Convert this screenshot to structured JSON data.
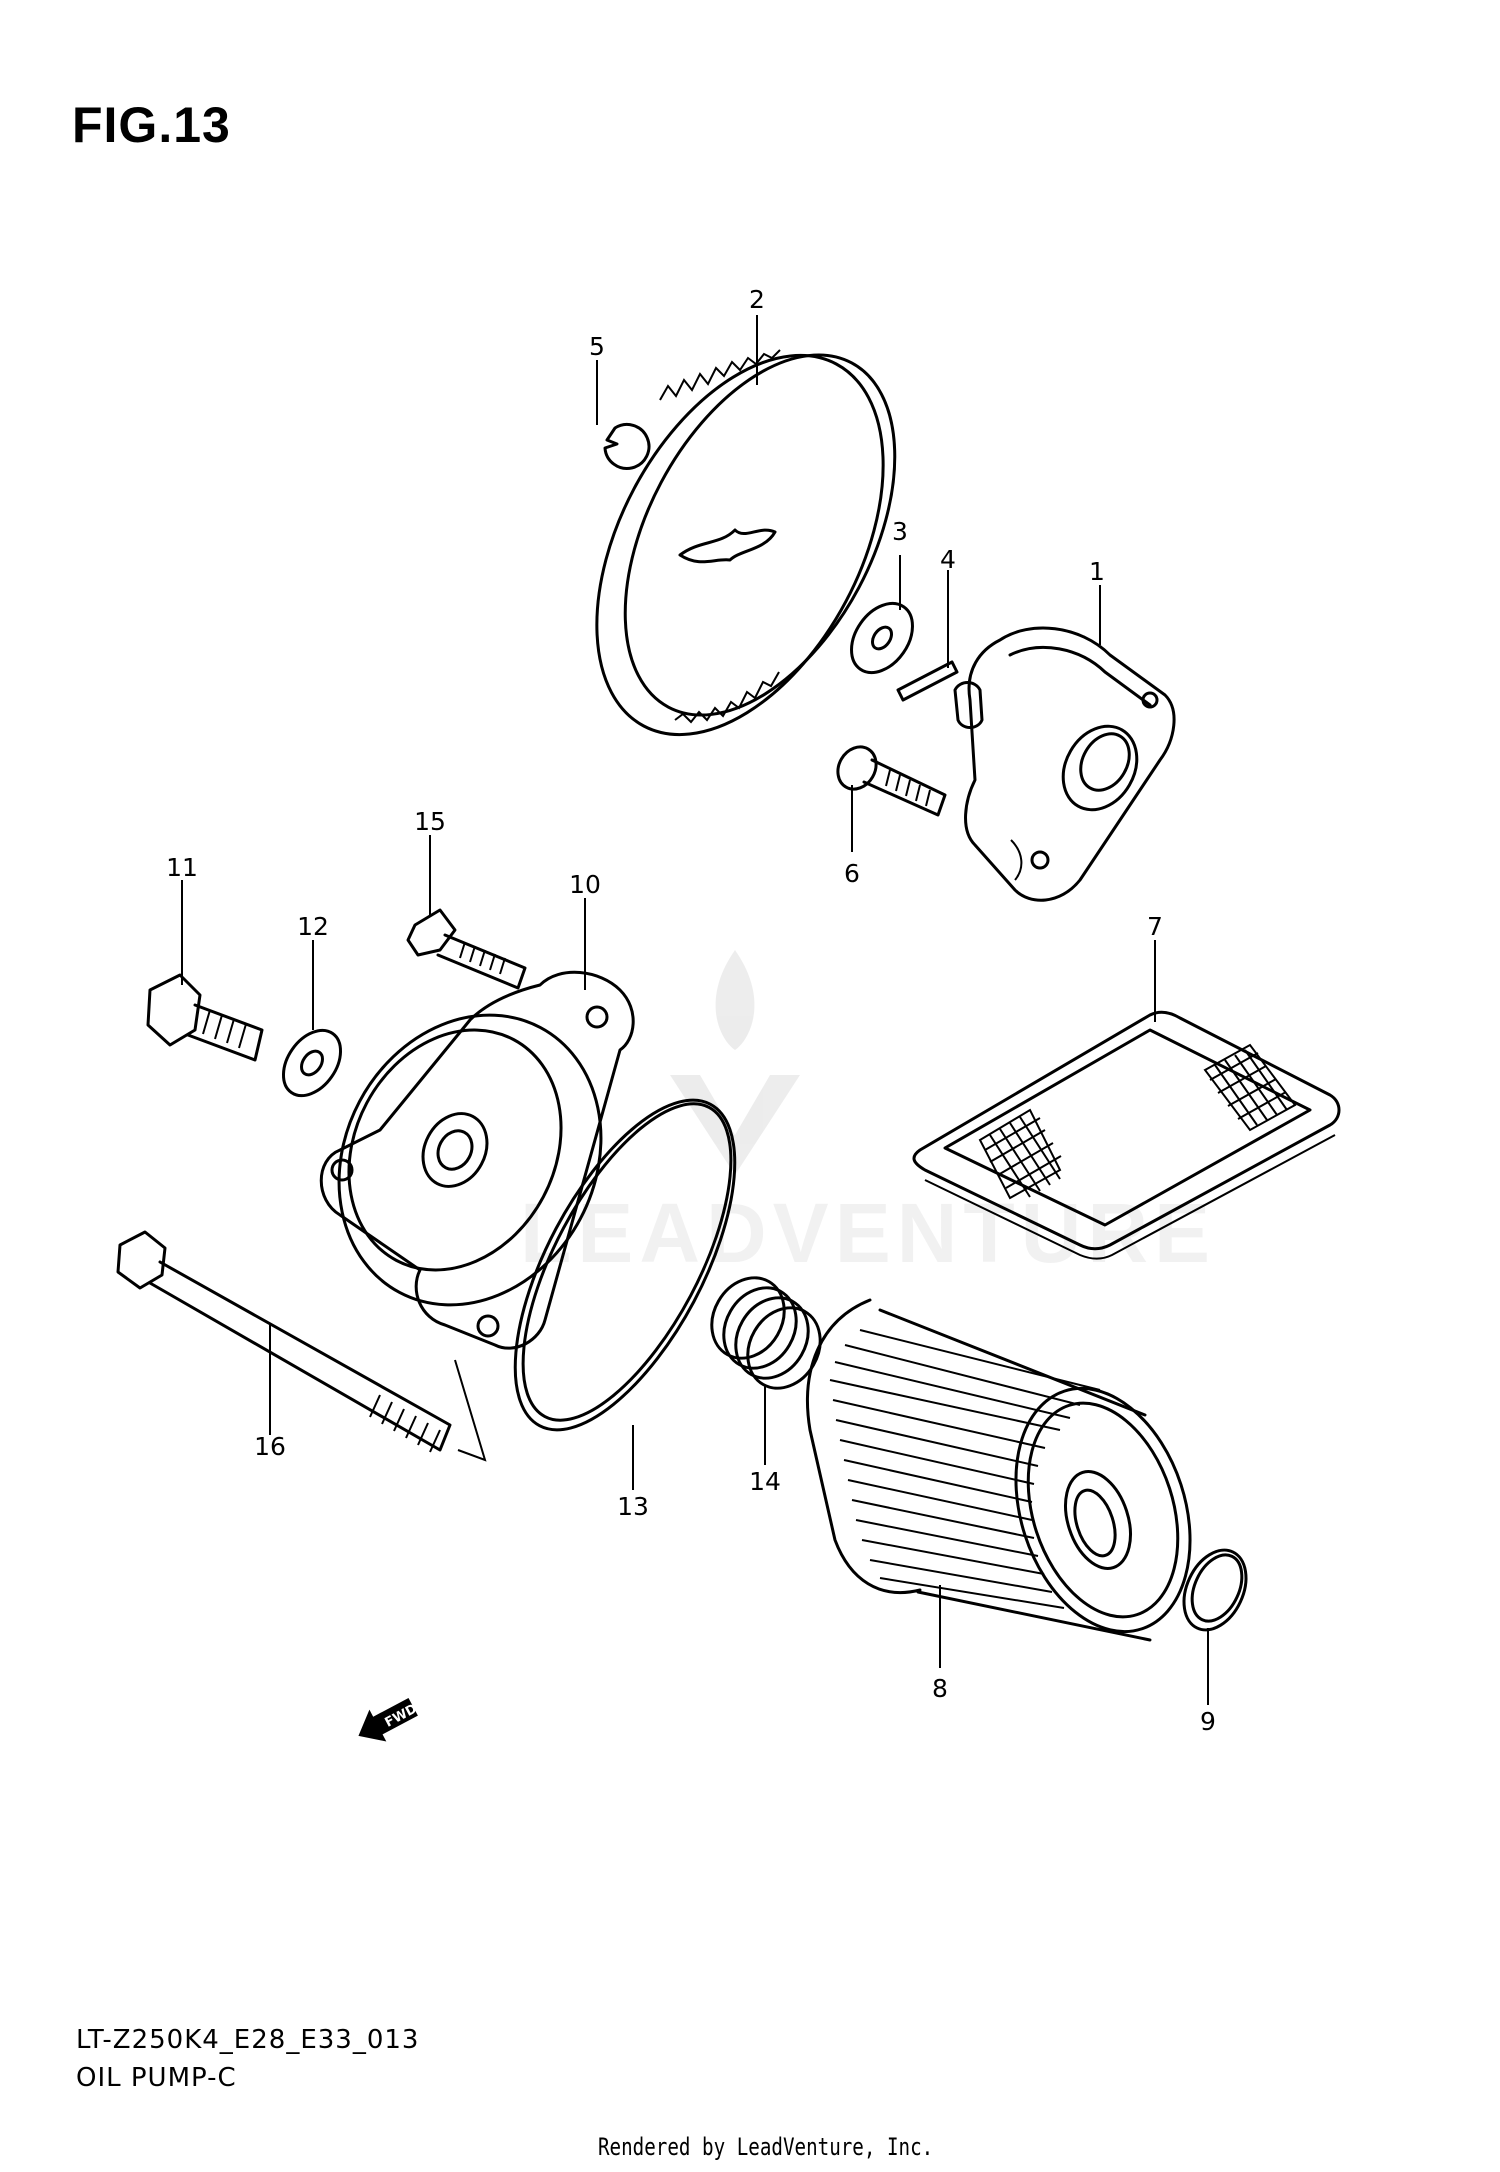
{
  "figure": {
    "title": "FIG.13"
  },
  "callouts": [
    {
      "id": "1",
      "label": "1"
    },
    {
      "id": "2",
      "label": "2"
    },
    {
      "id": "3",
      "label": "3"
    },
    {
      "id": "4",
      "label": "4"
    },
    {
      "id": "5",
      "label": "5"
    },
    {
      "id": "6",
      "label": "6"
    },
    {
      "id": "7",
      "label": "7"
    },
    {
      "id": "8",
      "label": "8"
    },
    {
      "id": "9",
      "label": "9"
    },
    {
      "id": "10",
      "label": "10"
    },
    {
      "id": "11",
      "label": "11"
    },
    {
      "id": "12",
      "label": "12"
    },
    {
      "id": "13",
      "label": "13"
    },
    {
      "id": "14",
      "label": "14"
    },
    {
      "id": "15",
      "label": "15"
    },
    {
      "id": "16",
      "label": "16"
    }
  ],
  "fwd_arrow": {
    "label": "FWD"
  },
  "watermark": {
    "text": "LEADVENTURE"
  },
  "footer": {
    "code": "LT-Z250K4_E28_E33_013",
    "caption": "OIL PUMP-C",
    "rendered_by": "Rendered by LeadVenture, Inc."
  }
}
